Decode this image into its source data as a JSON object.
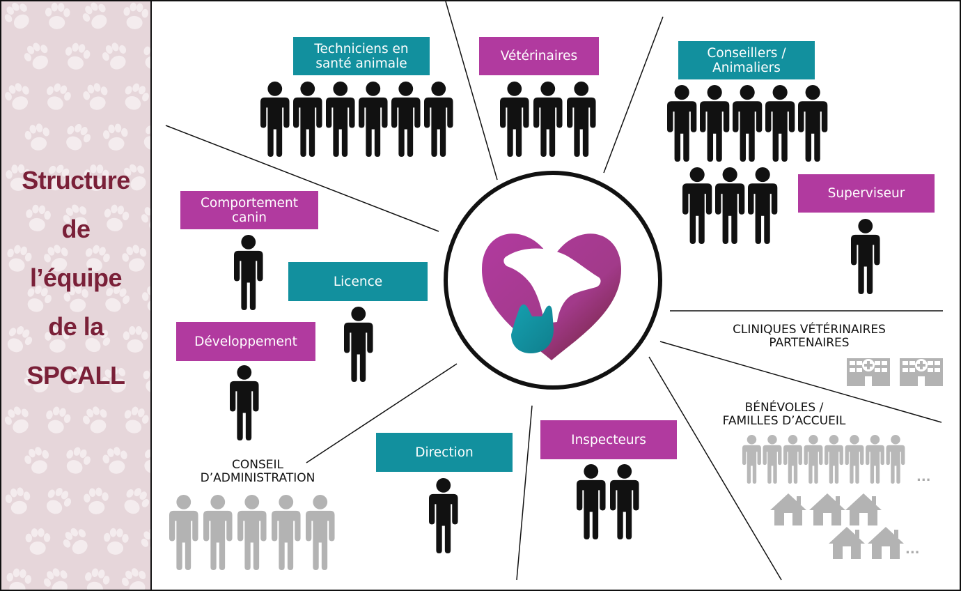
{
  "title": {
    "lines": [
      "Structure",
      "de",
      "l’équipe",
      "de la",
      "SPCALL"
    ],
    "color": "#7a2038"
  },
  "sidebar": {
    "background": "#e6d6da",
    "pattern_icon": "paw-print-icon"
  },
  "center": {
    "logo_icon": "heart-dog-cat-logo-icon"
  },
  "colors": {
    "magenta": "#b13a9f",
    "teal": "#12909e",
    "person": "#111111",
    "muted": "#b3b3b3"
  },
  "groups": {
    "techniciens": {
      "label": "Techniciens en\nsanté animale",
      "staff_count": 6
    },
    "veterinaires": {
      "label": "Vétérinaires",
      "staff_count": 3
    },
    "conseillers": {
      "label": "Conseillers /\nAnimaliers",
      "staff_count": 8
    },
    "superviseur": {
      "label": "Superviseur",
      "staff_count": 1
    },
    "comportement": {
      "label": "Comportement\ncanin",
      "staff_count": 1
    },
    "licence": {
      "label": "Licence",
      "staff_count": 1
    },
    "developpement": {
      "label": "Développement",
      "staff_count": 1
    },
    "direction": {
      "label": "Direction",
      "staff_count": 1
    },
    "inspecteurs": {
      "label": "Inspecteurs",
      "staff_count": 2
    },
    "conseil": {
      "label": "CONSEIL\nD’ADMINISTRATION",
      "staff_count": 5
    },
    "cliniques": {
      "label": "CLINIQUES VÉTÉRINAIRES\nPARTENAIRES",
      "clinic_count": 2
    },
    "benevoles": {
      "label": "BÉNÉVOLES /\nFAMILLES D’ACCUEIL",
      "volunteer_count": 8,
      "house_count": 5,
      "more_people": "...",
      "more_houses": "..."
    }
  }
}
